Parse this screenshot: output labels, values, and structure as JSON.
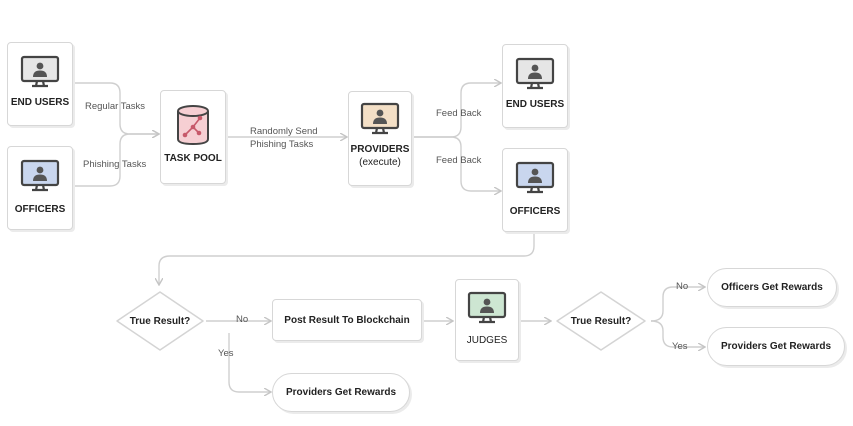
{
  "nodes": {
    "end_users_left": "END USERS",
    "officers_left": "OFFICERS",
    "task_pool": "TASK POOL",
    "providers_line1": "PROVIDERS",
    "providers_line2": "(execute)",
    "end_users_right": "END USERS",
    "officers_right": "OFFICERS",
    "judges": "JUDGES",
    "true_result_1": "True Result?",
    "true_result_2": "True Result?",
    "post_result": "Post Result To Blockchain",
    "providers_rewards_bottom": "Providers Get Rewards",
    "officers_rewards": "Officers Get Rewards",
    "providers_rewards_right": "Providers Get Rewards"
  },
  "edges": {
    "regular_tasks": "Regular Tasks",
    "phishing_tasks": "Phishing Tasks",
    "randomly_send_line1": "Randomly Send",
    "randomly_send_line2": "Phishing Tasks",
    "feed_back_1": "Feed Back",
    "feed_back_2": "Feed Back",
    "no_1": "No",
    "yes_1": "Yes",
    "no_2": "No",
    "yes_2": "Yes"
  },
  "colors": {
    "end_users_screen": "#e6e6e6",
    "officers_screen": "#c9d6ee",
    "providers_screen": "#f3dfc6",
    "judges_screen": "#cde6d2",
    "task_pool_db": "#f6cfd3",
    "line": "#cfcfcf"
  },
  "icons": {
    "end_users": "monitor-user-icon",
    "officers": "monitor-user-icon",
    "providers": "monitor-user-icon",
    "judges": "monitor-user-icon",
    "task_pool": "database-icon"
  }
}
